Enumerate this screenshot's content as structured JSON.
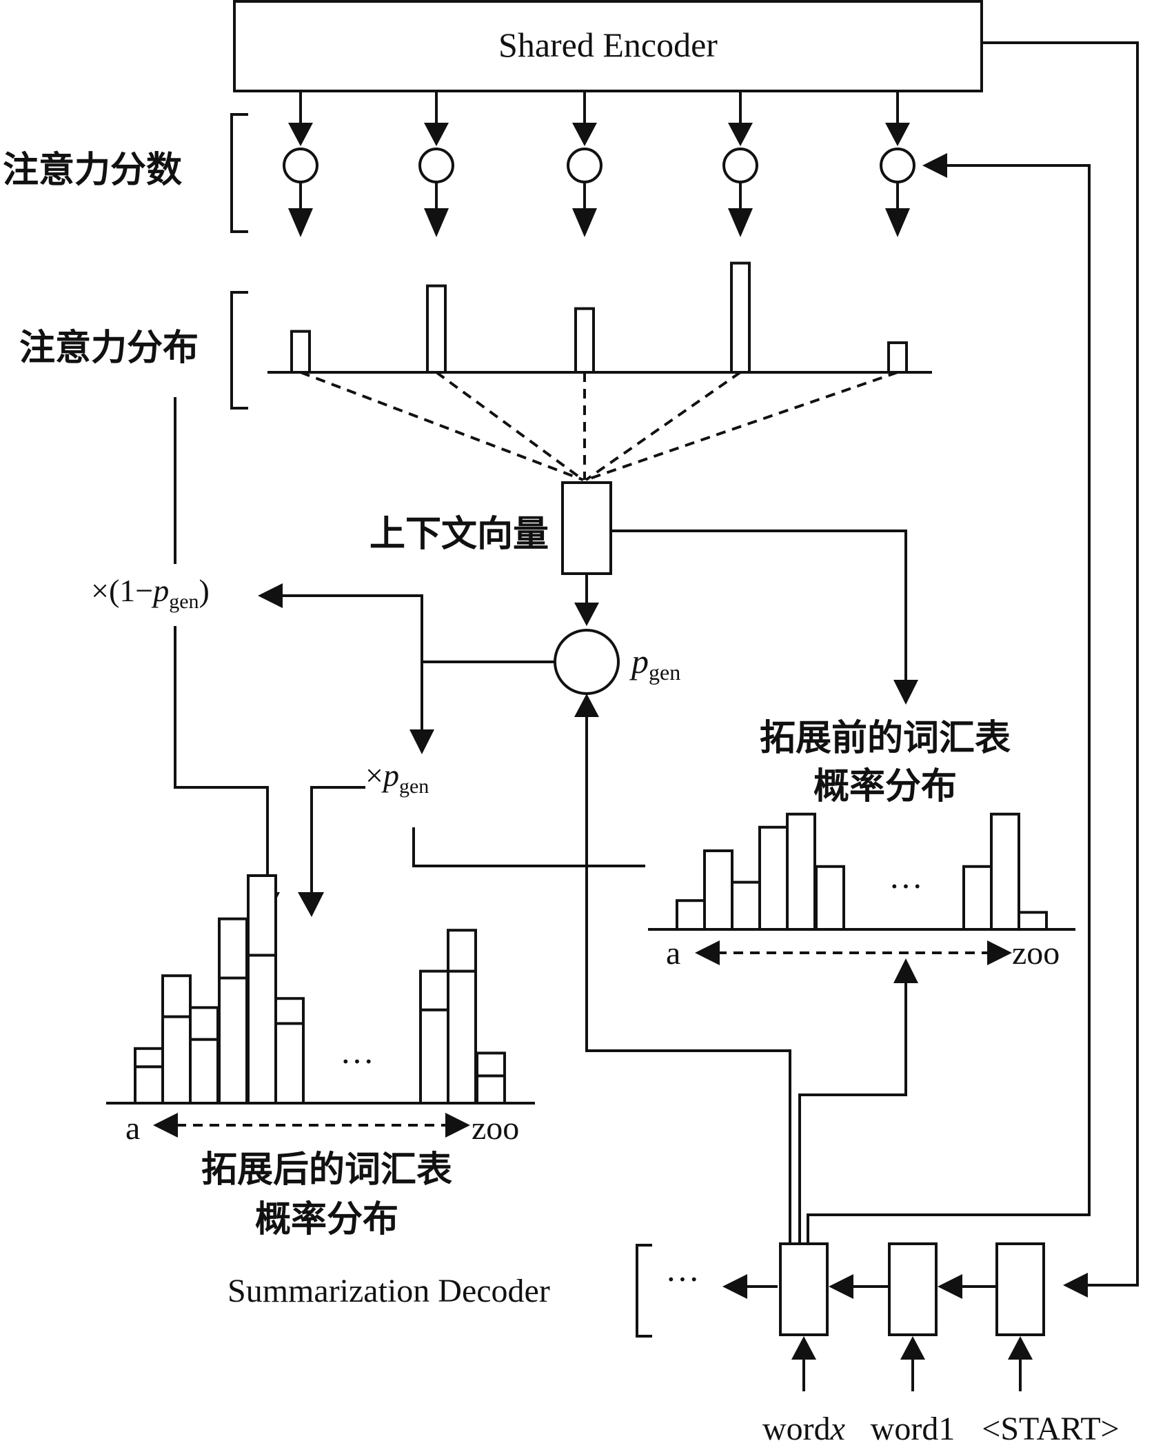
{
  "encoder": {
    "label": "Shared Encoder"
  },
  "labels": {
    "attention_scores": "注意力分数",
    "attention_distribution": "注意力分布",
    "context_vector": "上下文向量",
    "one_minus_pgen_prefix": "×(1−",
    "p": "p",
    "gen": "gen",
    "one_minus_pgen_suffix": ")",
    "times": "×",
    "vocab_before_line1": "拓展前的词汇表",
    "vocab_before_line2": "概率分布",
    "vocab_after_line1": "拓展后的词汇表",
    "vocab_after_line2": "概率分布",
    "ellipsis": "···",
    "axis_start": "a",
    "axis_end": "zoo",
    "decoder": "Summarization Decoder",
    "decoder_more": "···",
    "word_x_prefix": "word",
    "word_x_var": "x",
    "word1": "word1",
    "start_token": "<START>"
  },
  "chart_data": [
    {
      "type": "bar",
      "name": "attention-distribution",
      "values": [
        0.18,
        0.38,
        0.28,
        0.48,
        0.13
      ]
    },
    {
      "type": "bar",
      "name": "vocab-distribution-before",
      "values": [
        0.22,
        0.6,
        0.36,
        0.78,
        0.88,
        0.48,
        0.48,
        0.88,
        0.13
      ]
    },
    {
      "type": "bar",
      "name": "vocab-distribution-after",
      "series": [
        {
          "name": "generated",
          "values": [
            0.16,
            0.38,
            0.28,
            0.55,
            0.65,
            0.35,
            0.41,
            0.58,
            0.12
          ]
        },
        {
          "name": "copied",
          "values": [
            0.08,
            0.18,
            0.14,
            0.26,
            0.35,
            0.11,
            0.17,
            0.18,
            0.1
          ]
        }
      ]
    }
  ]
}
